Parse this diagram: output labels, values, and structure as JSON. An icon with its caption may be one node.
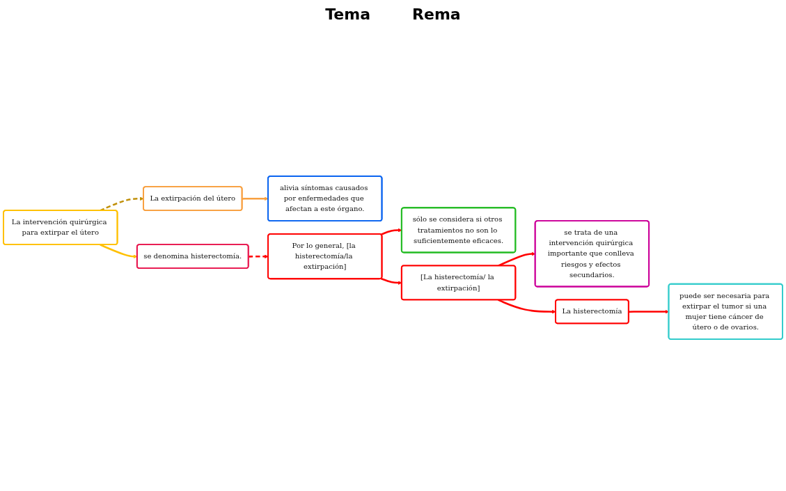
{
  "diagram": {
    "nodes": [
      {
        "text": [
          "La intervención quirúrgica para extirpar el útero"
        ]
      },
      {
        "text": [
          "se denomina histerectomía."
        ]
      },
      {
        "text": [
          "La extirpación del útero"
        ]
      },
      {
        "text": [
          "alivia síntomas causados por enfermedades que afectan a este órgano."
        ]
      },
      {
        "text": [
          "Por lo general, [la histerectomía/la extirpación]"
        ]
      },
      {
        "text": [
          "sólo se considera si otros tratamientos no son lo suficientemente eficaces."
        ]
      },
      {
        "text": [
          "[La histerectomía/ la extirpación]"
        ]
      },
      {
        "text": [
          "se trata de una intervención quirúrgica importante que conlleva riesgos y efectos secundarios."
        ]
      },
      {
        "text": [
          "La histerectomía"
        ]
      },
      {
        "text": [
          "puede ser necesaria para extirpar el tumor si una mujer tiene cáncer de útero o de ovarios."
        ]
      }
    ],
    "edges": [
      {
        "from": 0,
        "to": 1,
        "arrow": "to",
        "color": "#ffc000"
      },
      {
        "from": 0,
        "to": 2,
        "arrow": "to",
        "style": "dashed",
        "color": "#c0900a"
      },
      {
        "from": 2,
        "to": 3,
        "arrow": "to",
        "color": "#f8a040"
      },
      {
        "from": 1,
        "to": 4,
        "arrow": "to",
        "style": "dashed"
      },
      {
        "from": 4,
        "to": 5,
        "arrow": "to"
      },
      {
        "from": 4,
        "to": 6,
        "arrow": "to"
      },
      {
        "from": 6,
        "to": 7,
        "arrow": "to"
      },
      {
        "from": 6,
        "to": 8,
        "arrow": "to"
      },
      {
        "from": 8,
        "to": 9,
        "arrow": "to"
      }
    ],
    "labels": [
      "Tema",
      "Rema"
    ]
  }
}
